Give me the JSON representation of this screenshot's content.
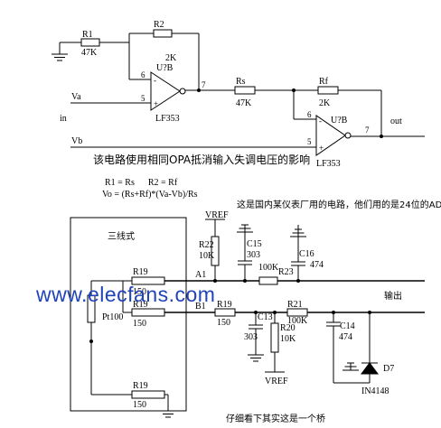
{
  "top_circuit": {
    "r1_name": "R1",
    "r1_value": "47K",
    "r2_name": "R2",
    "r2_value": "2K",
    "opamp1_name": "U?B",
    "opamp1_part": "LF353",
    "rs_name": "Rs",
    "rs_value": "47K",
    "rf_name": "Rf",
    "rf_value": "2K",
    "opamp2_name": "U?B",
    "opamp2_part": "LF353",
    "pin_minus1": "6",
    "pin_plus1": "5",
    "pin_out1": "7",
    "pin_minus2": "6",
    "pin_plus2": "5",
    "pin_out2": "7",
    "minus_sign": "-",
    "plus_sign": "+",
    "in_a_label": "Va",
    "in_label": "in",
    "in_b_label": "Vb",
    "out_label": "out"
  },
  "caption": "该电路使用相同OPA抵消输入失调电压的影响",
  "equations": {
    "line1": "R1 = Rs      R2 = Rf",
    "line2": "Vo = (Rs+Rf)*(Va-Vb)/Rs"
  },
  "note_top": "这是国内某仪表厂用的电路，他们用的是24位的AD",
  "bottom_circuit": {
    "box_title": "三线式",
    "sensor": "Pt100",
    "r19_name": "R19",
    "r19_value": "150",
    "vref": "VREF",
    "r22_name": "R22",
    "r22_value": "10K",
    "c15_name": "C15",
    "c15_value": "303",
    "c16_name": "C16",
    "c16_value": "474",
    "r23_name": "R23",
    "r23_value": "100K",
    "node_a1": "A1",
    "node_b1": "B1",
    "c13_name": "C13",
    "c13_value": "303",
    "r20_name": "R20",
    "r20_value": "10K",
    "r21_name": "R21",
    "r21_value": "100K",
    "c14_name": "C14",
    "c14_value": "474",
    "d7_name": "D7",
    "d7_part": "IN4148",
    "output_label": "输出"
  },
  "watermark": "www.elecfans.com",
  "note_bottom": "仔细看下其实这是一个桥"
}
